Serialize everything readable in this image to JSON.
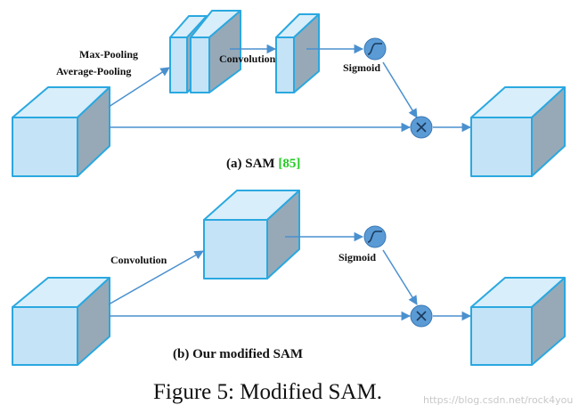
{
  "panel_a": {
    "pool_label_1": "Max-Pooling",
    "pool_label_2": "Average-Pooling",
    "conv_label": "Convolution",
    "sigmoid_label": "Sigmoid",
    "caption_text": "(a) SAM ",
    "caption_ref": "[85]"
  },
  "panel_b": {
    "conv_label": "Convolution",
    "sigmoid_label": "Sigmoid",
    "caption_text": "(b) Our modified SAM"
  },
  "figure_caption": "Figure 5: Modified SAM.",
  "watermark": "https://blog.csdn.net/rock4you",
  "colors": {
    "box_face": "#c4e3f6",
    "box_top": "#d8eefa",
    "box_side": "#97a9b7",
    "box_edge": "#2aa8e0",
    "arrow": "#4a90cf",
    "operator_fill": "#5b9bd5",
    "reference_green": "#22cc22"
  },
  "icons": {
    "sigmoid": "sigmoid-icon",
    "multiply": "multiply-icon"
  }
}
